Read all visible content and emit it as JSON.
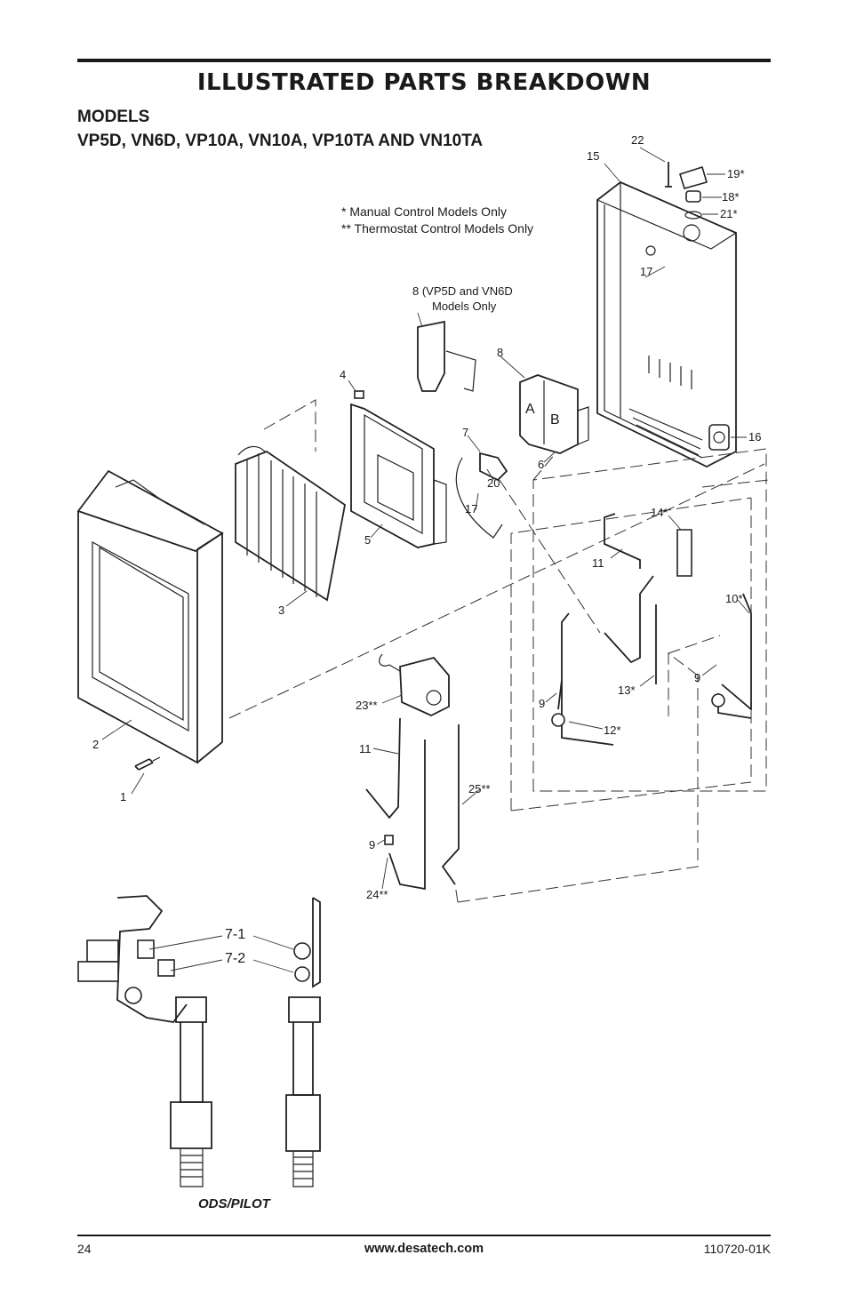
{
  "header": {
    "title": "ILLUSTRATED PARTS BREAKDOWN",
    "models_line1": "MODELS",
    "models_line2": "VP5D, VN6D, VP10A, VN10A, VP10TA AND VN10TA"
  },
  "notes": {
    "manual": "* Manual Control Models Only",
    "thermostat": "** Thermostat Control Models Only"
  },
  "callouts": {
    "c1": "1",
    "c2": "2",
    "c3": "3",
    "c4": "4",
    "c5": "5",
    "c6": "6",
    "c7": "7",
    "c8": "8",
    "c8_alt_line1": "8 (VP5D and VN6D",
    "c8_alt_line2": "Models Only",
    "c9a": "9",
    "c9b": "9",
    "c9c": "9",
    "c10": "10*",
    "c11a": "11",
    "c11b": "11",
    "c12": "12*",
    "c13": "13*",
    "c14": "14*",
    "c15": "15",
    "c16": "16",
    "c17a": "17",
    "c17b": "17",
    "c18": "18*",
    "c19": "19*",
    "c20": "20",
    "c21": "21*",
    "c22": "22",
    "c23": "23**",
    "c24": "24**",
    "c25": "25**",
    "c7_1": "7-1",
    "c7_2": "7-2",
    "panel_a": "A",
    "panel_b": "B"
  },
  "inset": {
    "caption": "ODS/PILOT"
  },
  "footer": {
    "page_number": "24",
    "website": "www.desatech.com",
    "doc_number": "110720-01K"
  }
}
